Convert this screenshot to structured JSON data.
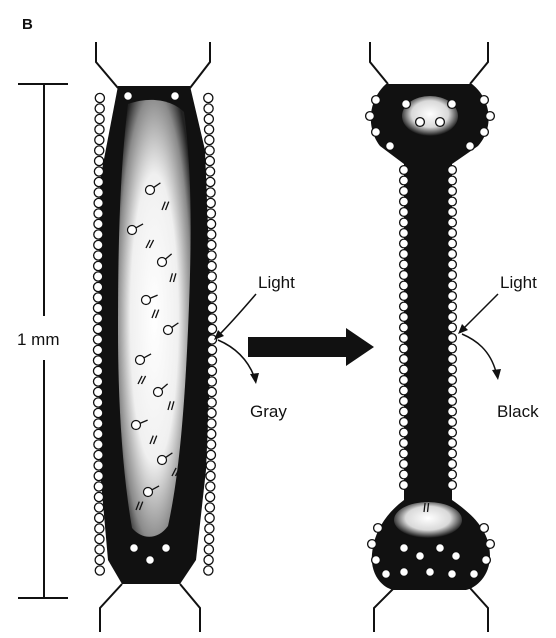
{
  "panel_label": "B",
  "scale_bar": {
    "label": "1 mm"
  },
  "left_fiber": {
    "incoming_arrow_label": "Light",
    "outgoing_arrow_label": "Gray"
  },
  "right_fiber": {
    "incoming_arrow_label": "Light",
    "outgoing_arrow_label": "Black"
  },
  "colors": {
    "ink": "#111111",
    "background": "#ffffff",
    "light_pigment_region": "#f2f2f2"
  }
}
